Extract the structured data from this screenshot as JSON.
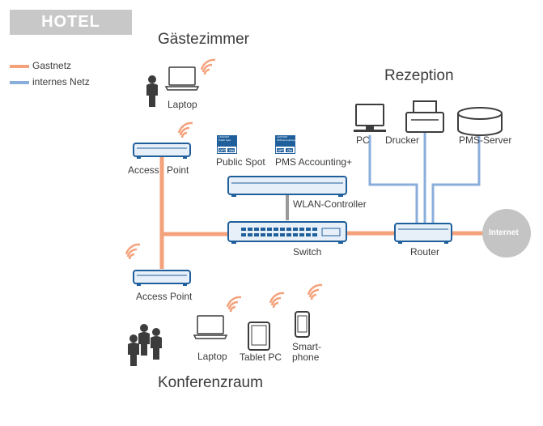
{
  "banner": {
    "title": "HOTEL"
  },
  "legend": [
    {
      "label": "Gastnetz",
      "color": "#f4a27c"
    },
    {
      "label": "internes Netz",
      "color": "#8aaedb"
    }
  ],
  "areas": {
    "guest_room": "Gästezimmer",
    "reception": "Rezeption",
    "conference": "Konferenzraum"
  },
  "devices": {
    "laptop_guest": "Laptop",
    "ap_top": "Access Point",
    "ap_bottom": "Access Point",
    "public_spot": "Public Spot",
    "pms_accounting": "PMS Accounting+",
    "wlan_controller": "WLAN-Controller",
    "switch": "Switch",
    "router": "Router",
    "internet": "Internet",
    "pc": "PC",
    "printer": "Drucker",
    "pms_server": "PMS-Server",
    "laptop_conf": "Laptop",
    "tablet": "Tablet PC",
    "smartphone_line1": "Smart-",
    "smartphone_line2": "phone"
  },
  "option_cards": {
    "top_text": "LANCOM",
    "public_spot_sub": "Public Spot",
    "pms_sub": "PMS Accounting+",
    "opt_left": "OPT",
    "opt_right": "ON"
  },
  "colors": {
    "guest": "#f4a27c",
    "internal": "#8aaedb",
    "device_stroke": "#1f5f9c",
    "device_fill": "#e7eff8",
    "banner": "#c8c8c8",
    "internet": "#c4c4c4",
    "wifi": "#f4a27c",
    "people": "#3c3c3c"
  },
  "icons": [
    "laptop-icon",
    "person-icon",
    "wifi-icon",
    "access-point-icon",
    "switch-icon",
    "router-icon",
    "pc-icon",
    "printer-icon",
    "server-icon",
    "tablet-icon",
    "smartphone-icon",
    "group-icon",
    "cloud-icon"
  ]
}
